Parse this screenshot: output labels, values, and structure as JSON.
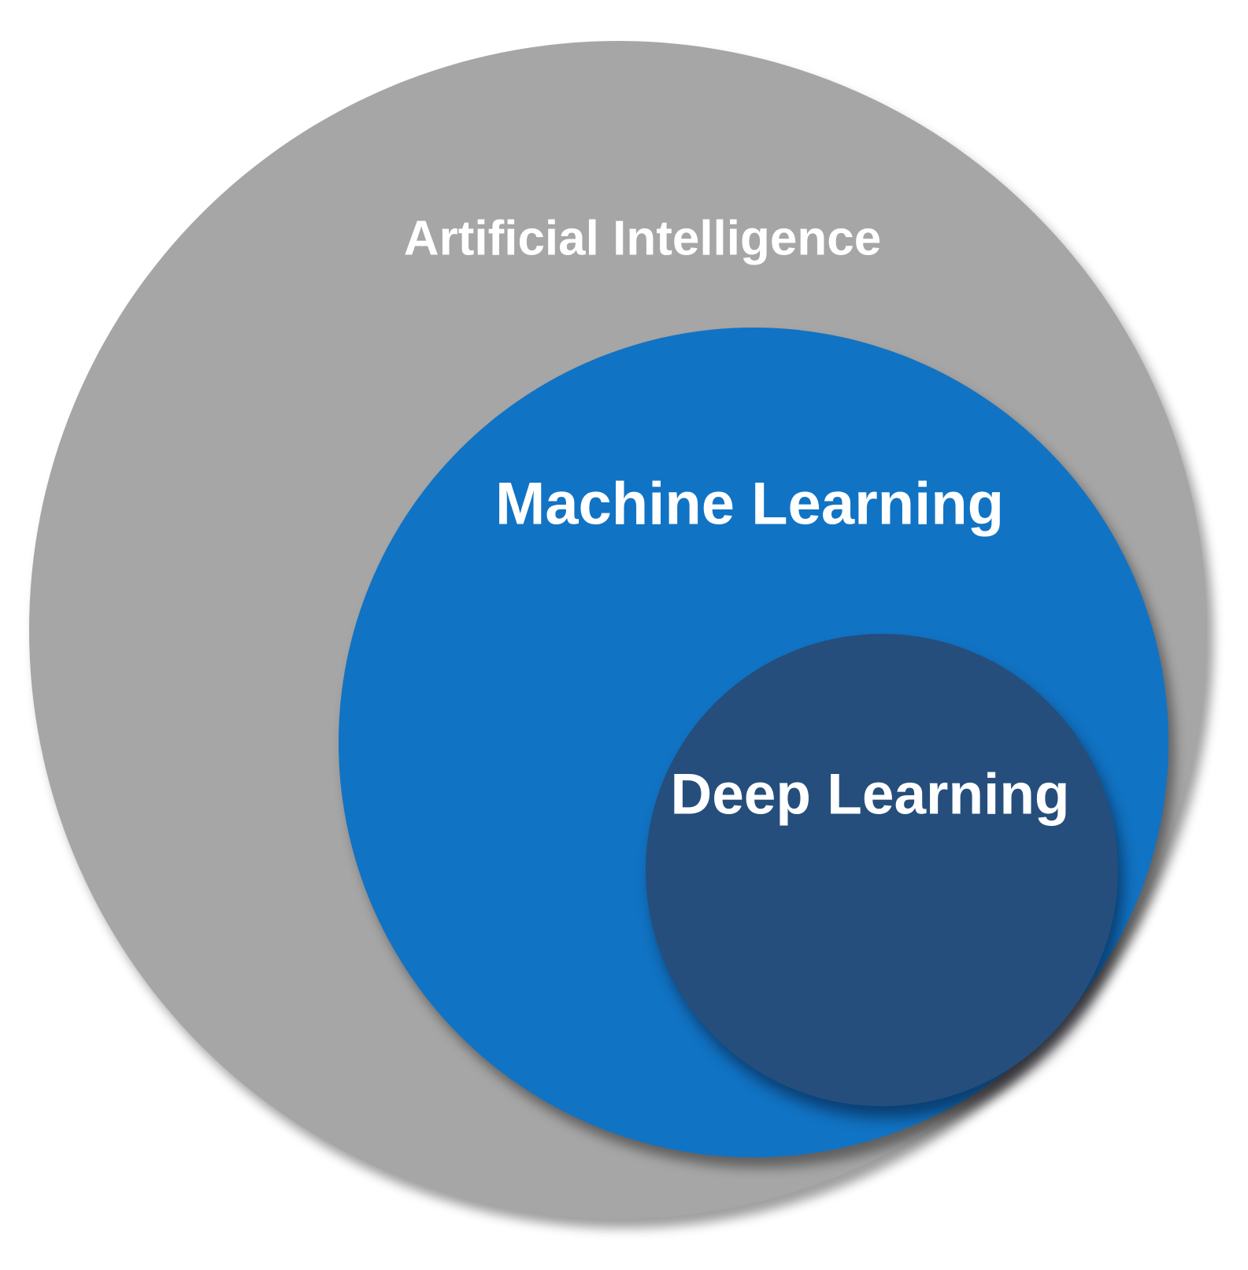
{
  "diagram": {
    "type": "nested-circles",
    "background_color": "#ffffff",
    "label_color": "#ffffff",
    "circles": [
      {
        "id": "artificial-intelligence",
        "label": "Artificial Intelligence",
        "fill": "#a6a6a6"
      },
      {
        "id": "machine-learning",
        "label": "Machine Learning",
        "fill": "#1173c4"
      },
      {
        "id": "deep-learning",
        "label": "Deep Learning",
        "fill": "#254e7c"
      }
    ]
  }
}
